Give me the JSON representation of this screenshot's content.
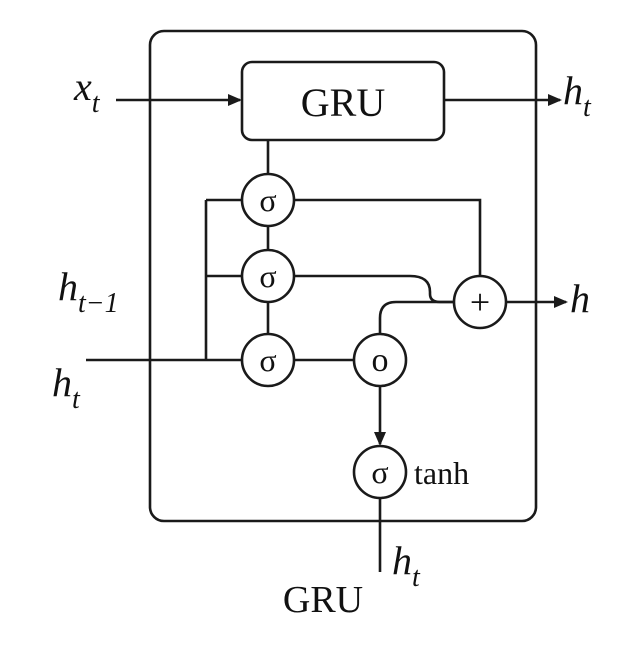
{
  "block": {
    "label": "GRU"
  },
  "inputs": {
    "x": {
      "base": "x",
      "sub": "t"
    },
    "h_prev": {
      "base": "h",
      "sub": "t−1"
    },
    "h_left": {
      "base": "h",
      "sub": "t"
    }
  },
  "outputs": {
    "top": {
      "base": "h",
      "sub": "t"
    },
    "right": {
      "base": "h"
    },
    "bottom": {
      "base": "h",
      "sub": "t"
    }
  },
  "nodes": {
    "gate1": "σ",
    "gate2": "σ",
    "gate3": "σ",
    "hadamard": "o",
    "adder": "+",
    "activation": "σ",
    "activation_label": "tanh"
  },
  "caption": "GRU"
}
